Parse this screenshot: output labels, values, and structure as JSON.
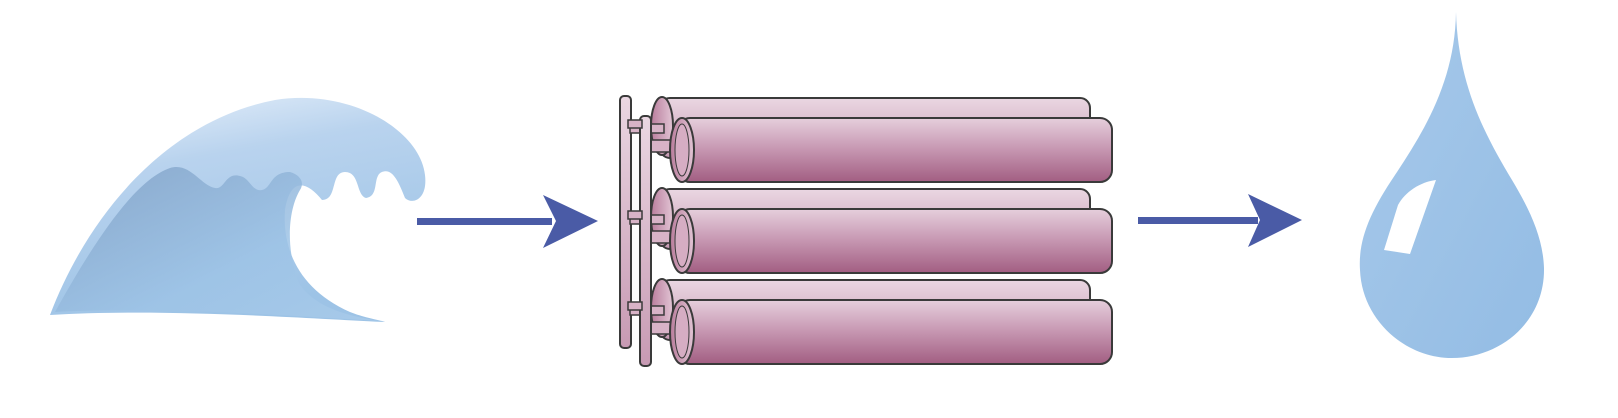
{
  "diagram": {
    "stages": [
      {
        "id": "seawater",
        "icon": "wave-icon"
      },
      {
        "id": "membranes",
        "icon": "membrane-tubes-icon"
      },
      {
        "id": "freshwater",
        "icon": "water-drop-icon"
      }
    ],
    "arrows": [
      {
        "from": "seawater",
        "to": "membranes"
      },
      {
        "from": "membranes",
        "to": "freshwater"
      }
    ],
    "tube_rows": 3,
    "colors": {
      "arrow": "#4a5ba6",
      "water": "#9dc3e6",
      "water_dark": "#84a8cb",
      "water_light": "#e6f0fa",
      "tube": "#c08aa6",
      "tube_light": "#e0c3d2",
      "tube_dark": "#a15c80",
      "outline": "#3a3a3a"
    }
  }
}
